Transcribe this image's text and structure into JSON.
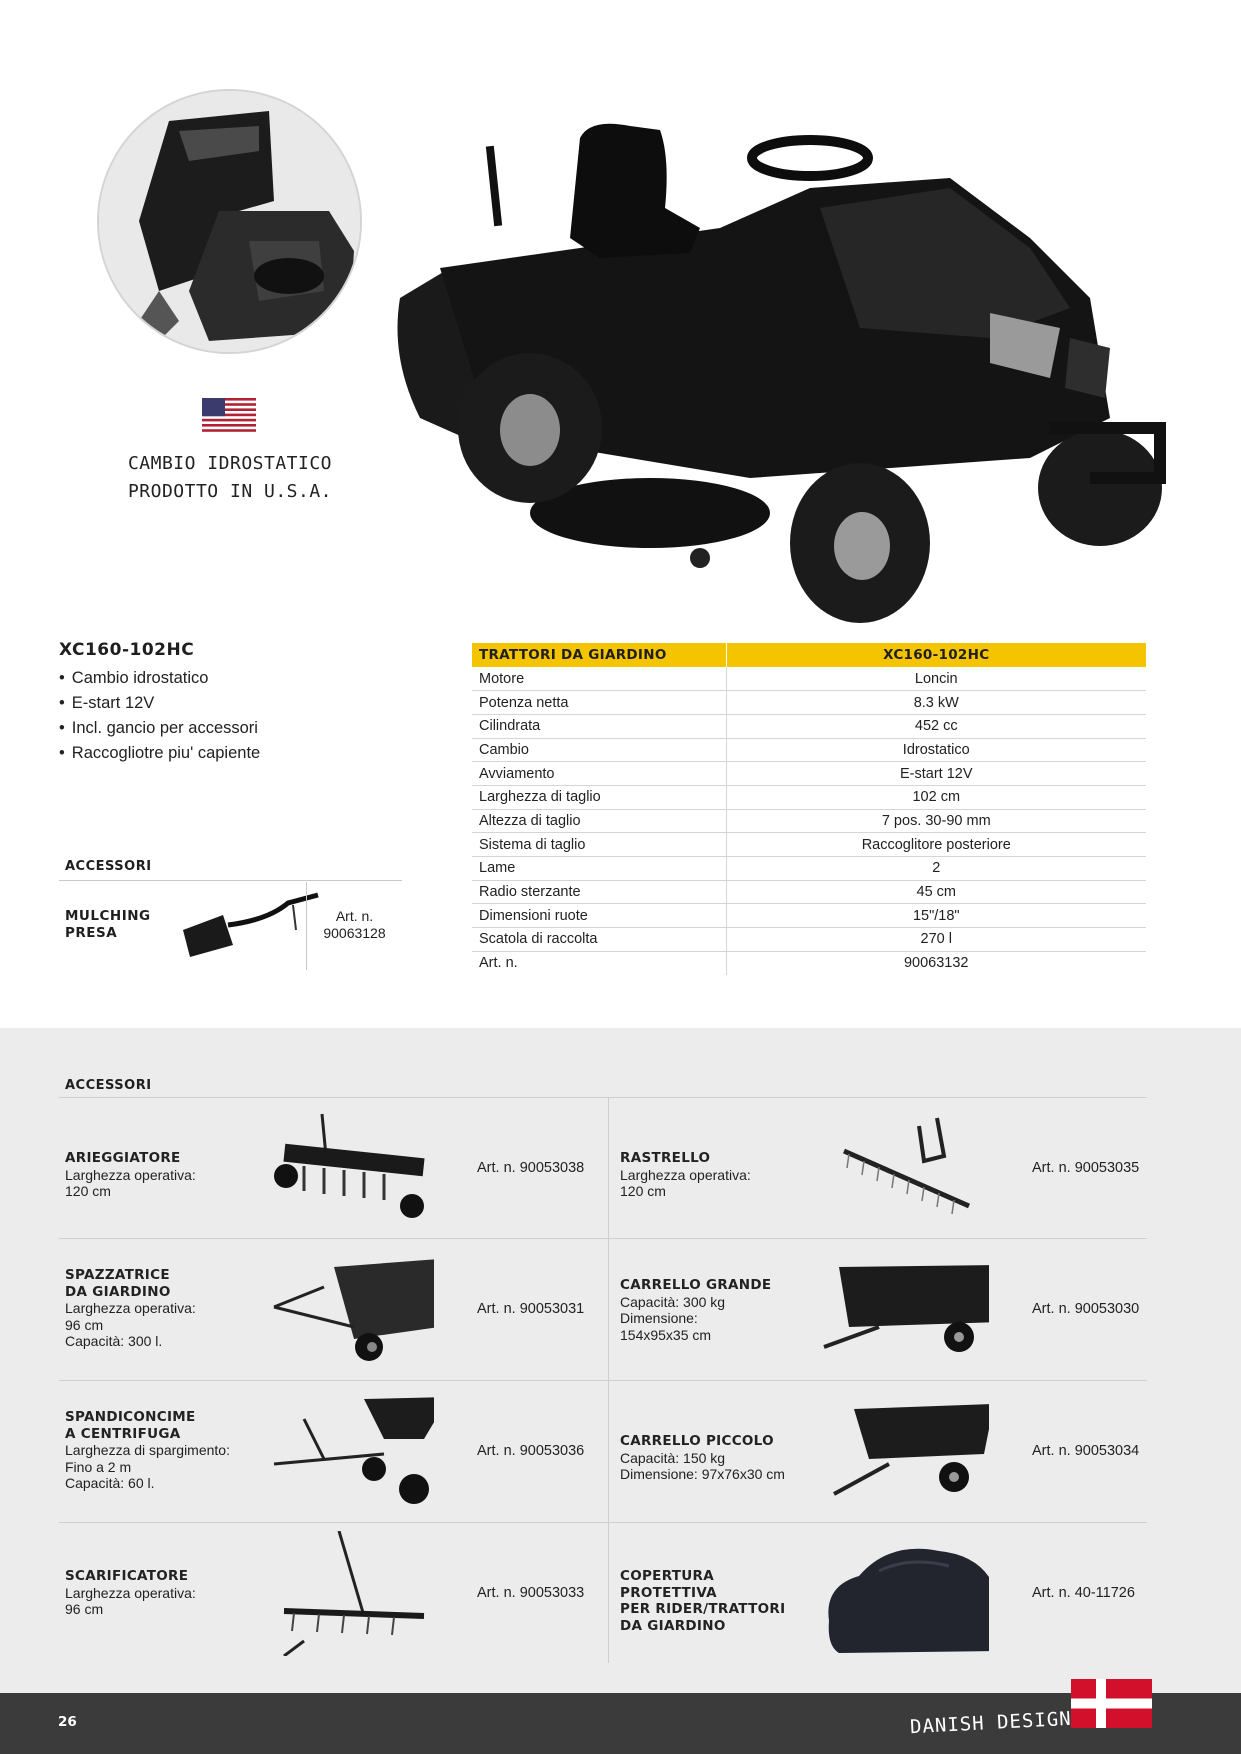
{
  "hero": {
    "feature_note_lines": [
      "CAMBIO IDROSTATICO",
      "PRODOTTO IN U.S.A."
    ]
  },
  "product": {
    "model": "XC160-102HC",
    "features": [
      "Cambio idrostatico",
      "E-start 12V",
      "Incl. gancio per accessori",
      "Raccogliotre piu' capiente"
    ]
  },
  "small_accessories": {
    "title": "ACCESSORI",
    "item": {
      "name_lines": [
        "MULCHING",
        "PRESA"
      ],
      "art_lines": [
        "Art. n.",
        "90063128"
      ]
    }
  },
  "spec_table": {
    "header": [
      "TRATTORI DA GIARDINO",
      "XC160-102HC"
    ],
    "rows": [
      [
        "Motore",
        "Loncin"
      ],
      [
        "Potenza netta",
        "8.3 kW"
      ],
      [
        "Cilindrata",
        "452 cc"
      ],
      [
        "Cambio",
        "Idrostatico"
      ],
      [
        "Avviamento",
        "E-start 12V"
      ],
      [
        "Larghezza di taglio",
        "102 cm"
      ],
      [
        "Altezza di taglio",
        "7 pos. 30-90 mm"
      ],
      [
        "Sistema di taglio",
        "Raccoglitore posteriore"
      ],
      [
        "Lame",
        "2"
      ],
      [
        "Radio sterzante",
        "45 cm"
      ],
      [
        "Dimensioni ruote",
        "15\"/18\""
      ],
      [
        "Scatola di raccolta",
        "270 l"
      ],
      [
        "Art. n.",
        "90063132"
      ]
    ]
  },
  "accessories": {
    "title": "ACCESSORI",
    "items": [
      {
        "name": "ARIEGGIATORE",
        "desc": "Larghezza operativa:\n120 cm",
        "art": "Art. n. 90053038"
      },
      {
        "name": "RASTRELLO",
        "desc": "Larghezza operativa:\n120 cm",
        "art": "Art. n. 90053035"
      },
      {
        "name": "SPAZZATRICE\nDA GIARDINO",
        "desc": "Larghezza operativa:\n96 cm\nCapacità: 300 l.",
        "art": "Art. n. 90053031"
      },
      {
        "name": "CARRELLO GRANDE",
        "desc": "Capacità: 300 kg\nDimensione:\n154x95x35 cm",
        "art": "Art. n. 90053030"
      },
      {
        "name": "SPANDICONCIME\nA CENTRIFUGA",
        "desc": "Larghezza di spargimento:\nFino a 2 m\nCapacità: 60 l.",
        "art": "Art. n. 90053036"
      },
      {
        "name": "CARRELLO PICCOLO",
        "desc": "Capacità: 150 kg\nDimensione: 97x76x30 cm",
        "art": "Art. n. 90053034"
      },
      {
        "name": "SCARIFICATORE",
        "desc": "Larghezza operativa:\n96 cm",
        "art": "Art. n. 90053033"
      },
      {
        "name": "COPERTURA PROTETTIVA\nPER RIDER/TRATTORI\nDA GIARDINO",
        "desc": "",
        "art": "Art. n. 40-11726"
      }
    ]
  },
  "footer": {
    "page_number": "26",
    "brand": "DANISH DESIGN"
  },
  "colors": {
    "accent": "#f5c400",
    "footer": "#3b3b3b",
    "section_bg": "#ececec"
  }
}
